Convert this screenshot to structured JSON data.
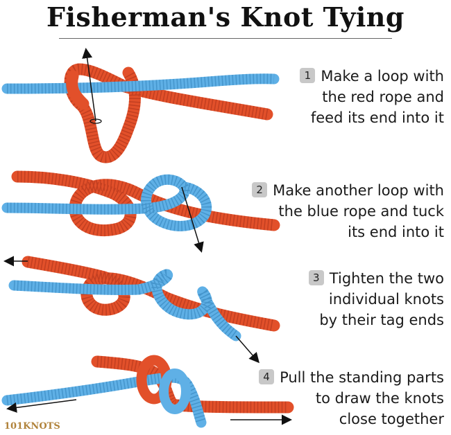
{
  "title": "Fisherman's Knot Tying",
  "colors": {
    "red_rope": "#e2502a",
    "blue_rope": "#5fb0e6",
    "arrow": "#111111"
  },
  "steps": [
    {
      "number": "1",
      "lines": [
        "Make a loop with",
        "the red rope and",
        "feed its end into it"
      ]
    },
    {
      "number": "2",
      "lines": [
        "Make another loop with",
        "the blue rope and tuck",
        "its end into it"
      ]
    },
    {
      "number": "3",
      "lines": [
        "Tighten the two",
        "individual knots",
        "by their tag ends"
      ]
    },
    {
      "number": "4",
      "lines": [
        "Pull the standing parts",
        "to draw the knots",
        "close together"
      ]
    }
  ],
  "logo": "101KNOTS"
}
